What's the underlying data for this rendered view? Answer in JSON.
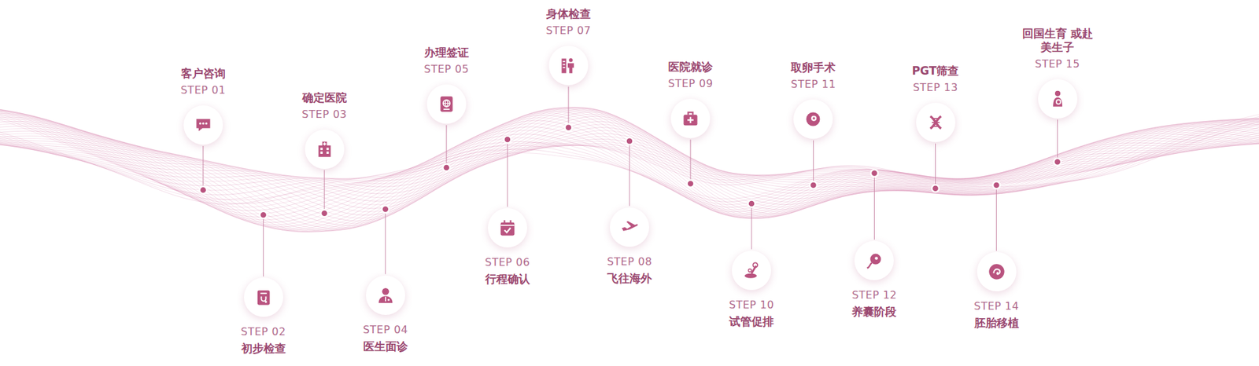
{
  "diagram": {
    "nodes": [
      {
        "text": [
          "客户咨询",
          "STEP 01"
        ]
      },
      {
        "text": [
          "STEP 02",
          "初步检查"
        ]
      },
      {
        "text": [
          "确定医院",
          "STEP 03"
        ]
      },
      {
        "text": [
          "STEP 04",
          "医生面诊"
        ]
      },
      {
        "text": [
          "办理签证",
          "STEP 05"
        ]
      },
      {
        "text": [
          "STEP 06",
          "行程确认"
        ]
      },
      {
        "text": [
          "身体检查",
          "STEP 07"
        ]
      },
      {
        "text": [
          "STEP 08",
          "飞往海外"
        ]
      },
      {
        "text": [
          "医院就诊",
          "STEP 09"
        ]
      },
      {
        "text": [
          "STEP 10",
          "试管促排"
        ]
      },
      {
        "text": [
          "取卵手术",
          "STEP 11"
        ]
      },
      {
        "text": [
          "STEP 12",
          "养囊阶段"
        ]
      },
      {
        "text": [
          "PGT筛查",
          "STEP 13"
        ]
      },
      {
        "text": [
          "STEP 14",
          "胚胎移植"
        ]
      },
      {
        "text": [
          "回国生育 或赴美生子",
          "STEP 15"
        ]
      }
    ]
  }
}
